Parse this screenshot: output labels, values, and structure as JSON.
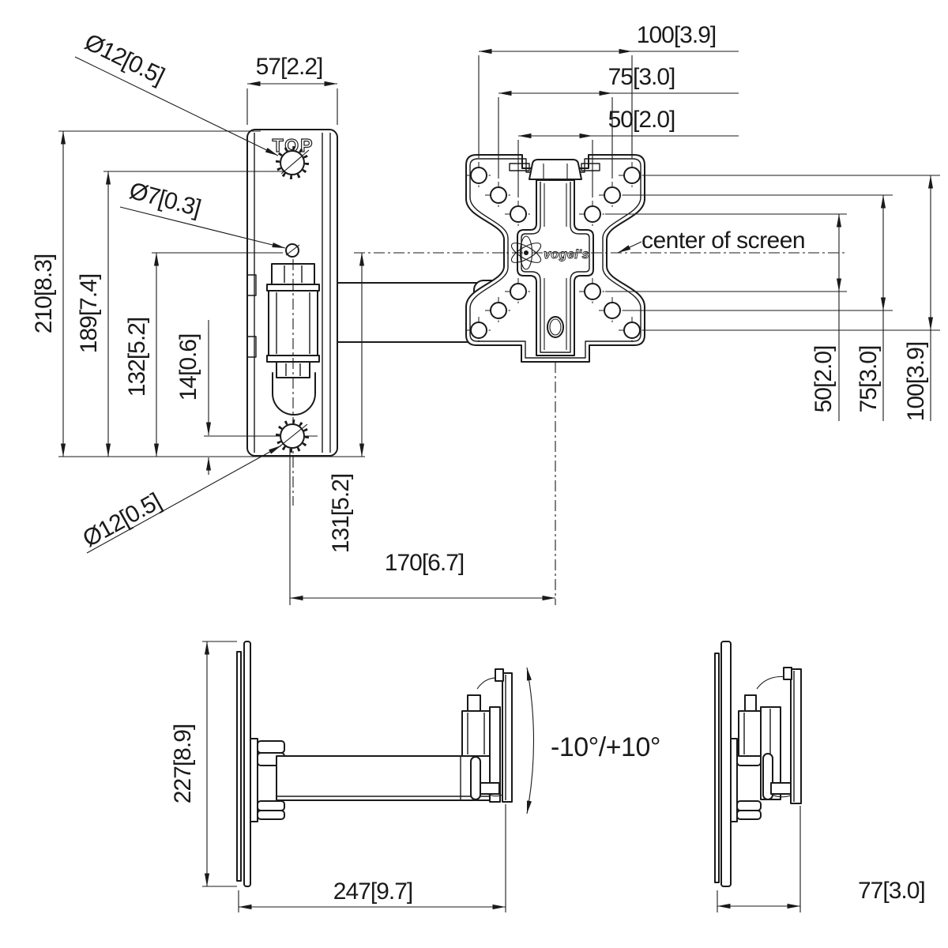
{
  "page": {
    "background": "#ffffff",
    "line_color": "#1a1a1a"
  },
  "top_view": {
    "marking": "TOP",
    "hole_labels": {
      "top": "Ø12[0.5]",
      "middle": "Ø7[0.3]",
      "bottom": "Ø12[0.5]"
    },
    "dims": {
      "plate_depth": "57[2.2]",
      "plate_height": "210[8.3]",
      "top_hole_height": "189[7.4]",
      "middle_hole_height": "132[5.2]",
      "bottom_hole_offset": "14[0.6]",
      "screen_center_height": "131[5.2]",
      "reach": "170[6.7]"
    }
  },
  "vesa_view": {
    "brand": "vogel's",
    "center_label": "center of screen",
    "dims_horizontal": {
      "d100": "100[3.9]",
      "d75": "75[3.0]",
      "d50": "50[2.0]"
    },
    "dims_vertical": {
      "d50": "50[2.0]",
      "d75": "75[3.0]",
      "d100": "100[3.9]"
    }
  },
  "extended_view": {
    "dims": {
      "height": "227[8.9]",
      "depth": "247[9.7]"
    }
  },
  "folded_view": {
    "dims": {
      "depth": "77[3.0]"
    }
  },
  "tilt_label": "-10°/+10°"
}
